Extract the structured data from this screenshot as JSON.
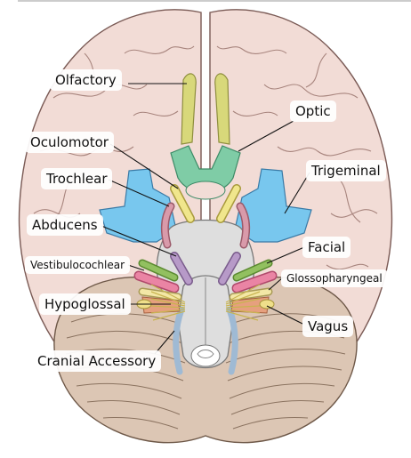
{
  "labels": {
    "olfactory": "Olfactory",
    "optic": "Optic",
    "oculomotor": "Oculomotor",
    "trochlear": "Trochlear",
    "trigeminal": "Trigeminal",
    "abducens": "Abducens",
    "facial": "Facial",
    "vestibulocochlear": "Vestibulocochlear",
    "glossopharyngeal": "Glossopharyngeal",
    "hypoglossal": "Hypoglossal",
    "vagus": "Vagus",
    "cranial_accessory": "Cranial Accessory"
  },
  "colors": {
    "cerebrum": "#f2dcd6",
    "cerebellum": "#dcc6b4",
    "brainstem": "#dedede",
    "olfactory": "#d8d87a",
    "optic": "#7fcca6",
    "oculomotor": "#f0e68c",
    "trochlear": "#d99aaa",
    "trigeminal": "#78c7ee",
    "abducens": "#b79ac8",
    "facial": "#92c060",
    "vestibulocochlear": "#ea84a4",
    "glossopharyngeal": "#f3e7a6",
    "vagus": "#e6a07e",
    "accessory": "#9fbad4",
    "hypoglossal": "#efdf8a"
  }
}
